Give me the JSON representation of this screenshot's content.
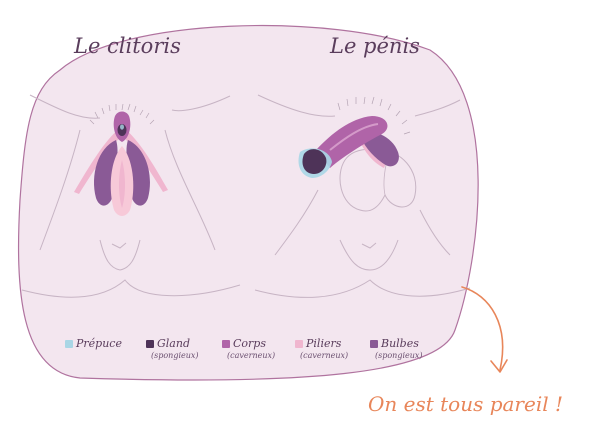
{
  "titles": {
    "left": "Le clitoris",
    "right": "Le pénis"
  },
  "legend": [
    {
      "label": "Prépuce",
      "sub": "",
      "color": "#a9d6e5",
      "swatch": "prepuce-swatch"
    },
    {
      "label": "Gland",
      "sub": "(spongieux)",
      "color": "#4e3358",
      "swatch": "gland-swatch"
    },
    {
      "label": "Corps",
      "sub": "(caverneux)",
      "color": "#b064a8",
      "swatch": "corps-swatch"
    },
    {
      "label": "Piliers",
      "sub": "(caverneux)",
      "color": "#f0b6cf",
      "swatch": "piliers-swatch"
    },
    {
      "label": "Bulbes",
      "sub": "(spongieux)",
      "color": "#8a5a96",
      "swatch": "bulbes-swatch"
    }
  ],
  "callout": "On est tous pareil !",
  "colors": {
    "frame_fill": "#f3e6ef",
    "frame_stroke": "#b0739f",
    "arrow": "#e8865a",
    "skin_line": "#c7b4c4"
  }
}
